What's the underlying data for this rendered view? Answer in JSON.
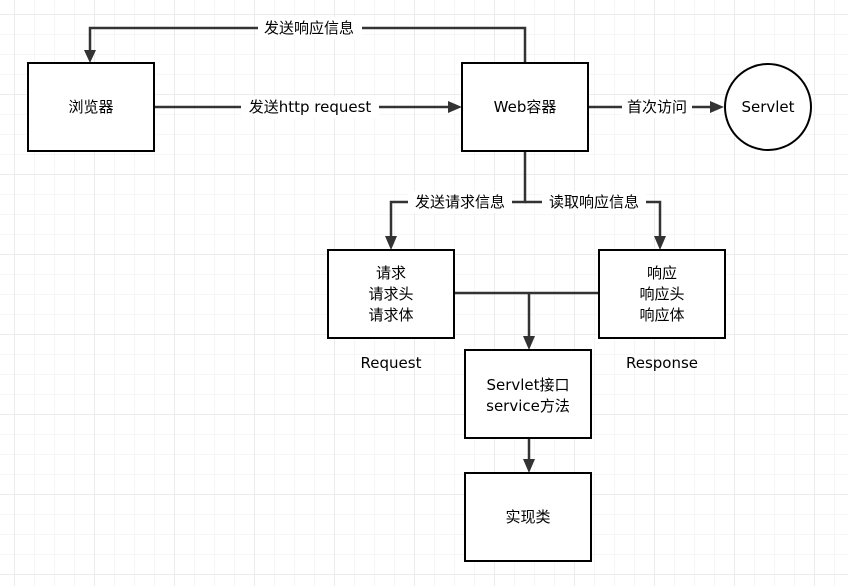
{
  "nodes": {
    "browser": "浏览器",
    "web_container": "Web容器",
    "servlet": "Servlet",
    "request_box": [
      "请求",
      "请求头",
      "请求体"
    ],
    "response_box": [
      "响应",
      "响应头",
      "响应体"
    ],
    "servlet_interface": [
      "Servlet接口",
      "service方法"
    ],
    "impl_class": "实现类"
  },
  "captions": {
    "request": "Request",
    "response": "Response"
  },
  "edge_labels": {
    "send_response_info": "发送响应信息",
    "send_http_request": "发送http request",
    "first_visit": "首次访问",
    "send_request_info": "发送请求信息",
    "read_response_info": "读取响应信息"
  },
  "colors": {
    "stroke": "#000000",
    "edge": "#333333",
    "background": "#ffffff",
    "grid": "#ececec"
  }
}
